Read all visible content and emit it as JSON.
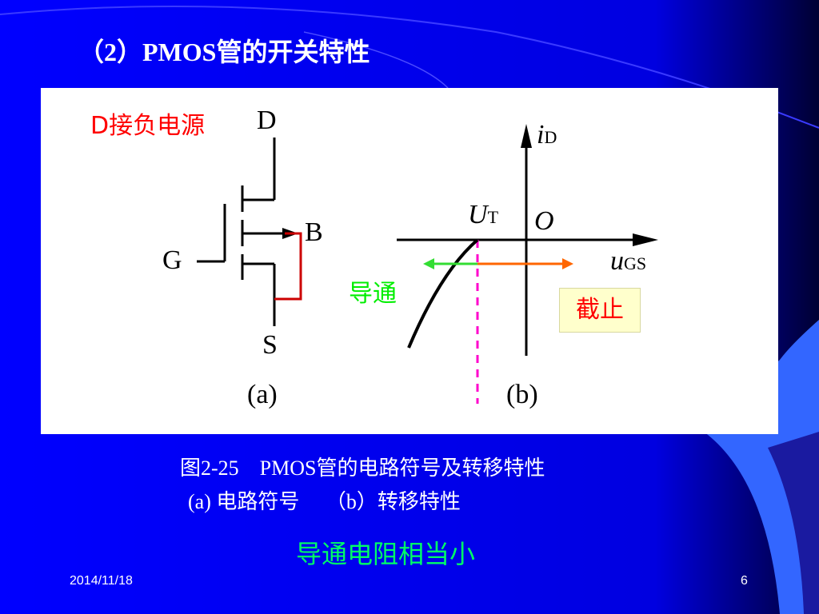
{
  "slide": {
    "title": "（2）PMOS管的开关特性",
    "caption_line1": "图2-25　PMOS管的电路符号及转移特性",
    "caption_line2": "(a) 电路符号　 （b）转移特性",
    "note": "导通电阻相当小",
    "date": "2014/11/18",
    "page_number": "6"
  },
  "figure_a": {
    "annotation": "D接负电源",
    "drain_label": "D",
    "bulk_label": "B",
    "gate_label": "G",
    "source_label": "S",
    "caption": "(a)"
  },
  "figure_b": {
    "y_axis_main": "i",
    "y_axis_sub": "D",
    "x_axis_main": "u",
    "x_axis_sub": "GS",
    "threshold_main": "U",
    "threshold_sub": "T",
    "origin_label": "O",
    "on_label": "导通",
    "off_label": "截止",
    "caption": "(b)"
  },
  "colors": {
    "background": "#0000ff",
    "panel": "#ffffff",
    "title_text": "#ffffff",
    "annotation_red": "#ff0000",
    "bulk_wire": "#cc0000",
    "on_arrow": "#33dd33",
    "off_arrow": "#ff6600",
    "threshold_line": "#ff00cc",
    "on_text": "#00ee00",
    "off_box": "#ffffcc",
    "off_text": "#ff0000",
    "note_text": "#00ff66"
  },
  "icons": [
    "pmos-transistor-symbol",
    "transfer-characteristic-curve"
  ]
}
